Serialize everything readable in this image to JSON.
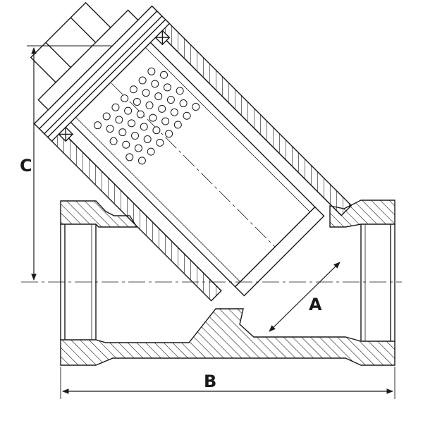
{
  "labels": {
    "c": "C",
    "a": "A",
    "b": "B"
  },
  "colors": {
    "line": "#1a1a1a",
    "hatch": "#1a1a1a",
    "background": "#ffffff"
  }
}
